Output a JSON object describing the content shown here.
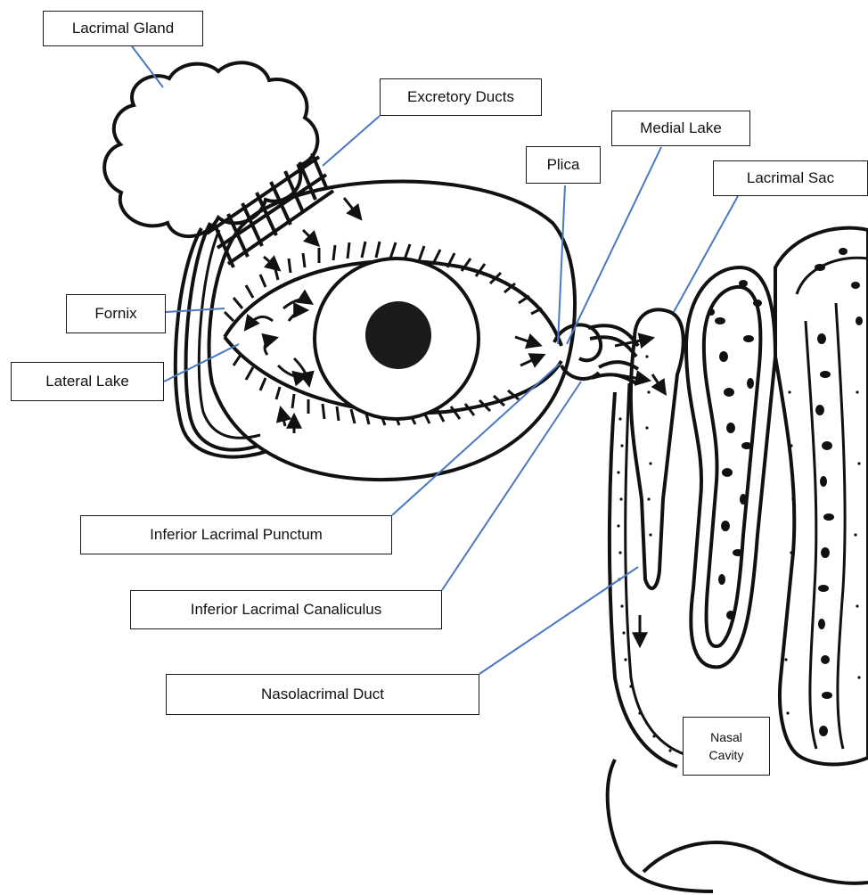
{
  "labels": {
    "lacrimal_gland": "Lacrimal Gland",
    "excretory_ducts": "Excretory Ducts",
    "medial_lake": "Medial Lake",
    "plica": "Plica",
    "lacrimal_sac": "Lacrimal Sac",
    "fornix": "Fornix",
    "lateral_lake": "Lateral Lake",
    "inferior_lacrimal_punctum": "Inferior Lacrimal Punctum",
    "inferior_lacrimal_canaliculus": "Inferior Lacrimal Canaliculus",
    "nasolacrimal_duct": "Nasolacrimal Duct",
    "nasal_cavity_line1": "Nasal",
    "nasal_cavity_line2": "Cavity"
  },
  "colors": {
    "leader_line": "#4a78c2",
    "ink": "#111111",
    "pupil": "#1a1a1a",
    "background": "#ffffff"
  }
}
